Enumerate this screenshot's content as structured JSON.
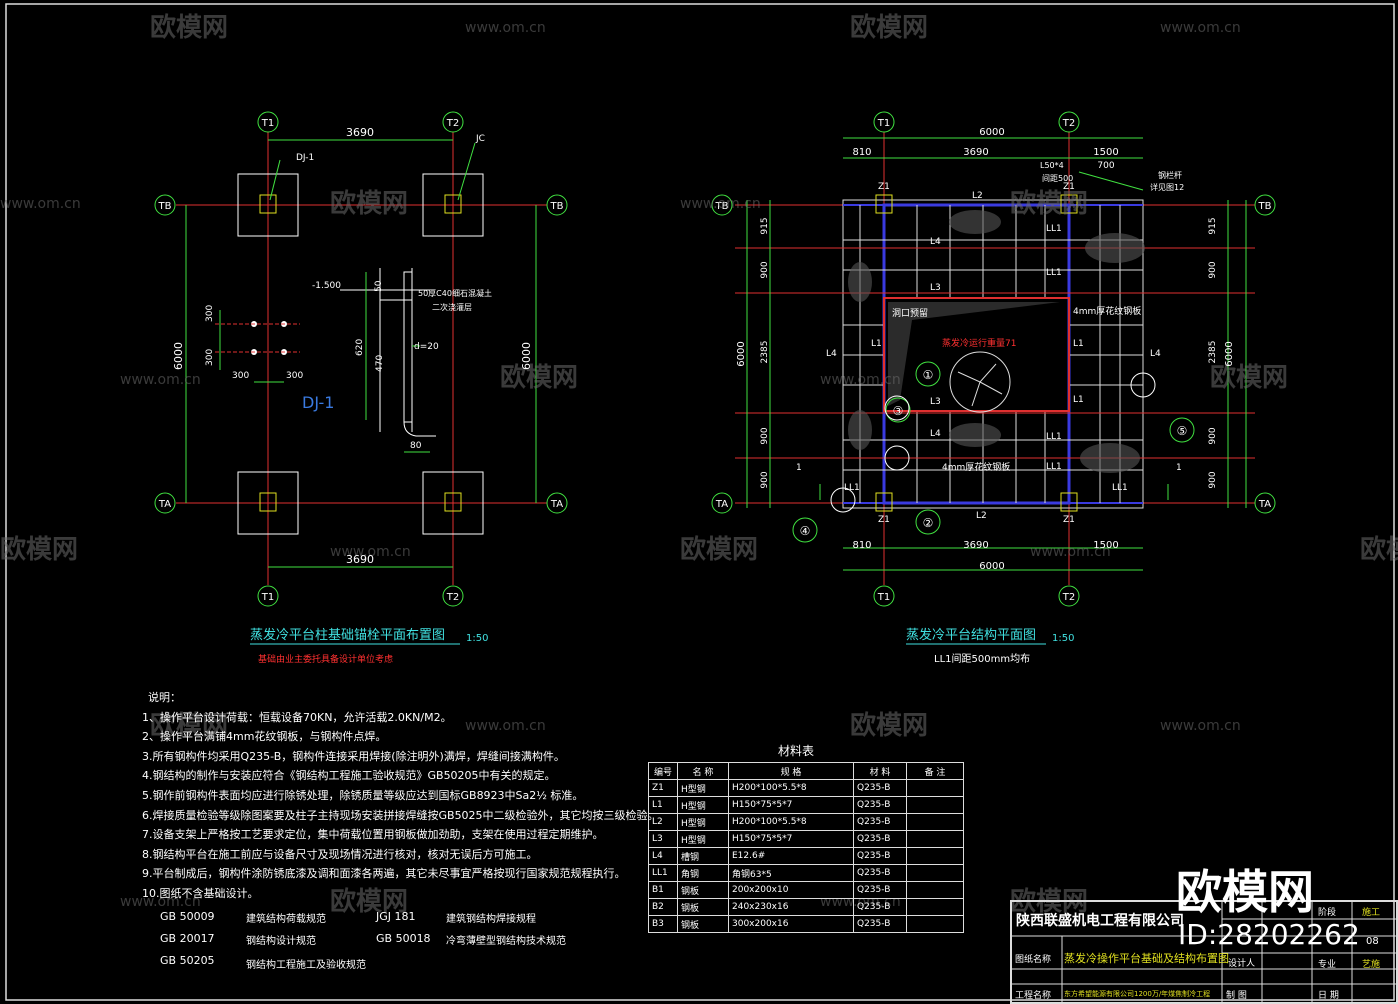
{
  "watermark": {
    "brand": "欧模网",
    "site": "www.om.cn",
    "id_text": "ID:28202262"
  },
  "left_plan": {
    "axes": {
      "top": [
        "T1",
        "T2"
      ],
      "bottom": [
        "T1",
        "T2"
      ],
      "left": [
        "TB",
        "TA"
      ],
      "right": [
        "TB",
        "TA"
      ]
    },
    "dims": {
      "top": "3690",
      "bottom": "3690",
      "left": "6000",
      "right": "6000"
    },
    "labels": {
      "dj": "DJ-1",
      "jc": "JC",
      "dj_detail": "DJ-1",
      "elev": "-1.500",
      "grout": "50厚C40细石混凝土",
      "grout2": "二次浇灌层",
      "d": "d=20",
      "h1": "50",
      "h2": "620",
      "h3": "470",
      "w": "80",
      "s1": "300",
      "s2": "300",
      "s3": "300",
      "s4": "300"
    },
    "title": "蒸发冷平台柱基础锚栓平面布置图",
    "scale": "1:50",
    "subtitle": "基础由业主委托具备设计单位考虑"
  },
  "right_plan": {
    "axes": {
      "top": [
        "T1",
        "T2"
      ],
      "bottom": [
        "T1",
        "T2"
      ],
      "left": [
        "TB",
        "TA"
      ],
      "right": [
        "TB",
        "TA"
      ]
    },
    "top_dims": {
      "total": "6000",
      "a": "810",
      "b": "3690",
      "c": "1500",
      "d": "700",
      "e": "L50*4",
      "f": "间距500"
    },
    "bottom_dims": {
      "total": "6000",
      "a": "810",
      "b": "3690",
      "c": "1500"
    },
    "left_dims": {
      "total": "6000",
      "a": "915",
      "b": "900",
      "c": "2385",
      "d": "900",
      "e": "900"
    },
    "right_dims": {
      "total": "6000",
      "a": "915",
      "b": "900",
      "c": "2385",
      "d": "900",
      "e": "900"
    },
    "note_rail": "钢栏杆",
    "note_rail2": "详见图12",
    "members": {
      "z1": "Z1",
      "l1": "L1",
      "l2": "L2",
      "l3": "L3",
      "l4": "L4",
      "ll1": "LL1"
    },
    "labels": {
      "hole": "洞口预留",
      "plate": "4mm厚花纹钢板",
      "plate2": "4mm厚花纹钢板",
      "equip": "蒸发冷运行重量71",
      "sec": "1"
    },
    "callouts": [
      "①",
      "②",
      "③",
      "④",
      "⑤"
    ],
    "title": "蒸发冷平台结构平面图",
    "scale": "1:50",
    "subtitle": "LL1间距500mm均布"
  },
  "notes": {
    "heading": "说明：",
    "items": [
      "1、操作平台设计荷载：恒载设备70KN，允许活载2.0KN/M2。",
      "2、操作平台满铺4mm花纹钢板，与钢构件点焊。",
      "3.所有钢构件均采用Q235-B，钢构件连接采用焊接(除注明外)满焊，焊缝间接满构件。",
      "4.钢结构的制作与安装应符合《钢结构工程施工验收规范》GB50205中有关的规定。",
      "5.钢作前钢构件表面均应进行除锈处理，除锈质量等级应达到国标GB8923中Sa2½ 标准。",
      "6.焊接质量检验等级除图案要及柱子主持现场安装拼接焊缝按GB5025中二级检验外，其它均按三级检验。",
      "7.设备支架上严格按工艺要求定位，集中荷载位置用钢板做加劲助，支架在使用过程定期维护。",
      "8.钢结构平台在施工前应与设备尺寸及现场情况进行核对，核对无误后方可施工。",
      "9.平台制成后，钢构件涂防锈底漆及调和面漆各两遍，其它未尽事宜严格按现行国家规范规程执行。",
      "10.图纸不含基础设计。"
    ],
    "standards": [
      {
        "code": "GB 50009",
        "name": "建筑结构荷载规范"
      },
      {
        "code": "JGJ 181",
        "name": "建筑钢结构焊接规程"
      },
      {
        "code": "GB 20017",
        "name": "钢结构设计规范"
      },
      {
        "code": "GB 50018",
        "name": "冷弯薄壁型钢结构技术规范"
      },
      {
        "code": "GB 50205",
        "name": "钢结构工程施工及验收规范"
      }
    ]
  },
  "materials": {
    "title": "材料表",
    "headers": [
      "编号",
      "名 称",
      "规 格",
      "材 料",
      "备 注"
    ],
    "rows": [
      [
        "Z1",
        "H型钢",
        "H200*100*5.5*8",
        "Q235-B",
        ""
      ],
      [
        "L1",
        "H型钢",
        "H150*75*5*7",
        "Q235-B",
        ""
      ],
      [
        "L2",
        "H型钢",
        "H200*100*5.5*8",
        "Q235-B",
        ""
      ],
      [
        "L3",
        "H型钢",
        "H150*75*5*7",
        "Q235-B",
        ""
      ],
      [
        "L4",
        "槽钢",
        "E12.6#",
        "Q235-B",
        ""
      ],
      [
        "LL1",
        "角钢",
        "角钢63*5",
        "Q235-B",
        ""
      ],
      [
        "B1",
        "钢板",
        "200x200x10",
        "Q235-B",
        ""
      ],
      [
        "B2",
        "钢板",
        "240x230x16",
        "Q235-B",
        ""
      ],
      [
        "B3",
        "钢板",
        "300x200x16",
        "Q235-B",
        ""
      ]
    ]
  },
  "title_block": {
    "company": "陕西联盛机电工程有限公司",
    "drawing_name_label": "图纸名称",
    "drawing_name": "蒸发冷操作平台基础及结构布置图",
    "project_label": "工程名称",
    "project": "东方希望能源有限公司1200万/年煤焦制冷工程",
    "designer": "设计人",
    "stage": "施工",
    "num": "08",
    "major": "专业",
    "major_val": "艺施",
    "date": "日 期",
    "check": "制 图",
    "pr": "阶段"
  },
  "colors": {
    "axis": "#e03030",
    "dim": "#40e040",
    "struct": "#3a3ae0",
    "white": "#ffffff",
    "cyan": "#40e0e0",
    "yellow": "#e0e020",
    "red": "#ff3030"
  }
}
